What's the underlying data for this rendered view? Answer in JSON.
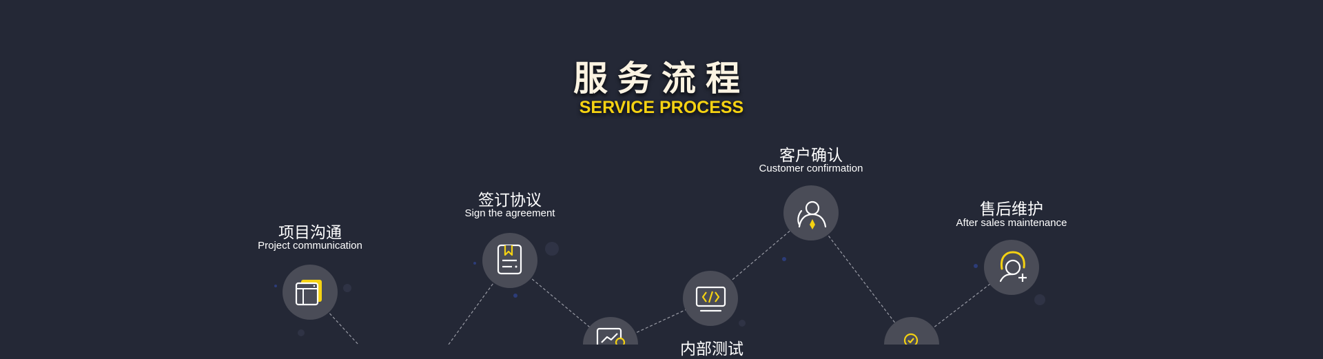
{
  "header": {
    "title_cn": "服务流程",
    "title_en": "SERVICE PROCESS"
  },
  "colors": {
    "background": "#242836",
    "node": "#4a4c57",
    "accent": "#f5d212",
    "icon_line": "#ffffff",
    "connector": "#9a9ca6"
  },
  "steps": [
    {
      "cn": "项目沟通",
      "en": "Project communication",
      "icon": "browser-window-icon"
    },
    {
      "cn": "签订协议",
      "en": "Sign the agreement",
      "icon": "document-bookmark-icon"
    },
    {
      "icon": "chart-image-icon"
    },
    {
      "cn": "内部测试",
      "icon": "code-monitor-icon"
    },
    {
      "cn": "客户确认",
      "en": "Customer confirmation",
      "icon": "user-confirm-icon"
    },
    {
      "icon": "check-badge-icon"
    },
    {
      "cn": "售后维护",
      "en": "After sales maintenance",
      "icon": "headset-support-icon"
    }
  ]
}
